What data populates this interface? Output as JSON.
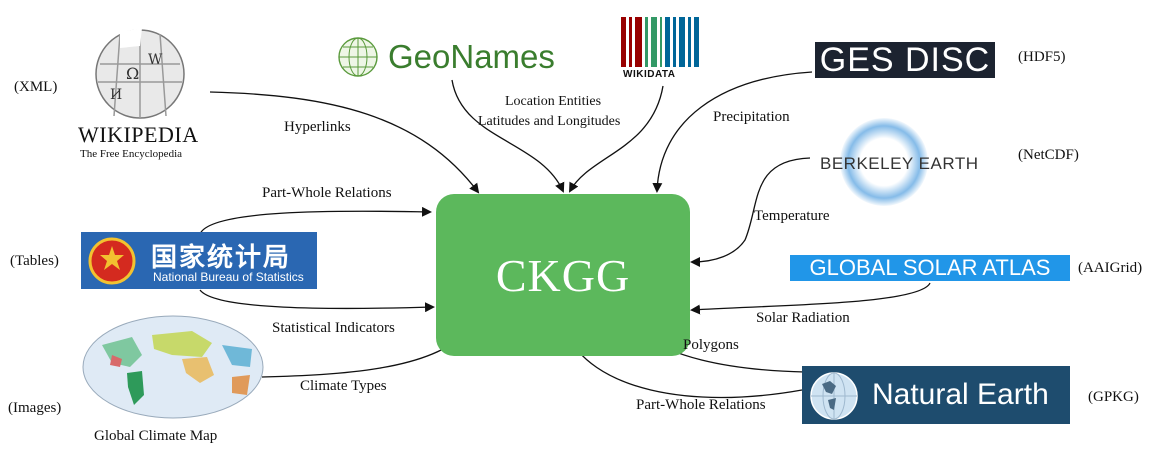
{
  "center": {
    "label": "CKGG"
  },
  "sources": {
    "wikipedia": {
      "name": "Wikipedia",
      "title": "WIKIPEDIA",
      "subtitle": "The Free Encyclopedia",
      "format": "(XML)",
      "edge_label": "Hyperlinks"
    },
    "geonames": {
      "name": "GeoNames",
      "edge_label_1": "Location Entities",
      "edge_label_2": "Latitudes and Longitudes"
    },
    "wikidata": {
      "name": "WIKIDATA"
    },
    "ges_disc": {
      "name": "GES DISC",
      "format": "(HDF5)",
      "edge_label": "Precipitation"
    },
    "berkeley_earth": {
      "name": "BERKELEY EARTH",
      "format": "(NetCDF)",
      "edge_label": "Temperature"
    },
    "global_solar_atlas": {
      "name": "GLOBAL SOLAR ATLAS",
      "format": "(AAIGrid)",
      "edge_label": "Solar Radiation"
    },
    "natural_earth": {
      "name": "Natural Earth",
      "format": "(GPKG)",
      "edge_label_1": "Polygons",
      "edge_label_2": "Part-Whole Relations"
    },
    "nbs": {
      "name_cn": "国家统计局",
      "name_en": "National Bureau of Statistics",
      "format": "(Tables)",
      "edge_label_1": "Part-Whole Relations",
      "edge_label_2": "Statistical Indicators"
    },
    "climate_map": {
      "caption": "Global Climate Map",
      "format": "(Images)",
      "edge_label": "Climate Types"
    }
  },
  "colors": {
    "center": "#5cb85c",
    "ges_bg": "#1c2330",
    "solar_bg": "#2196e8",
    "natural_earth_bg": "#1e4c6e",
    "nbs_bg": "#2a67b2",
    "geonames_text": "#3a7d2e"
  }
}
